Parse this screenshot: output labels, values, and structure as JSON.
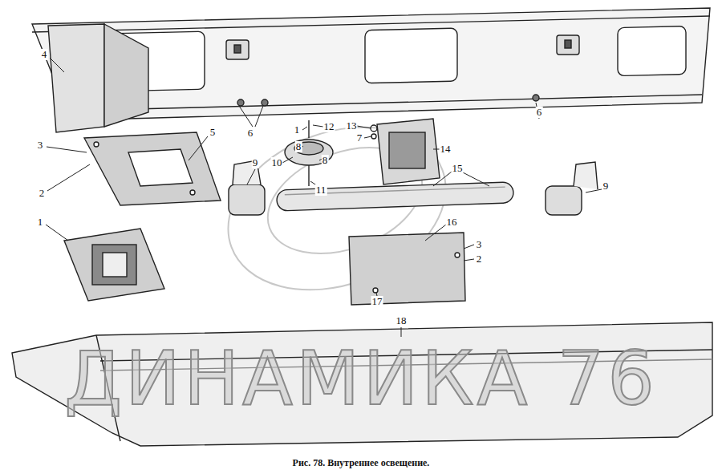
{
  "diagram": {
    "caption": "Рис. 78. Внутреннее освещение.",
    "labels": [
      "4",
      "6",
      "6",
      "1",
      "12",
      "8",
      "10",
      "8",
      "11",
      "13",
      "7",
      "14",
      "3",
      "2",
      "5",
      "9",
      "9",
      "15",
      "1",
      "16",
      "3",
      "2",
      "17",
      "18",
      "ДИНАМИКА 76"
    ]
  }
}
